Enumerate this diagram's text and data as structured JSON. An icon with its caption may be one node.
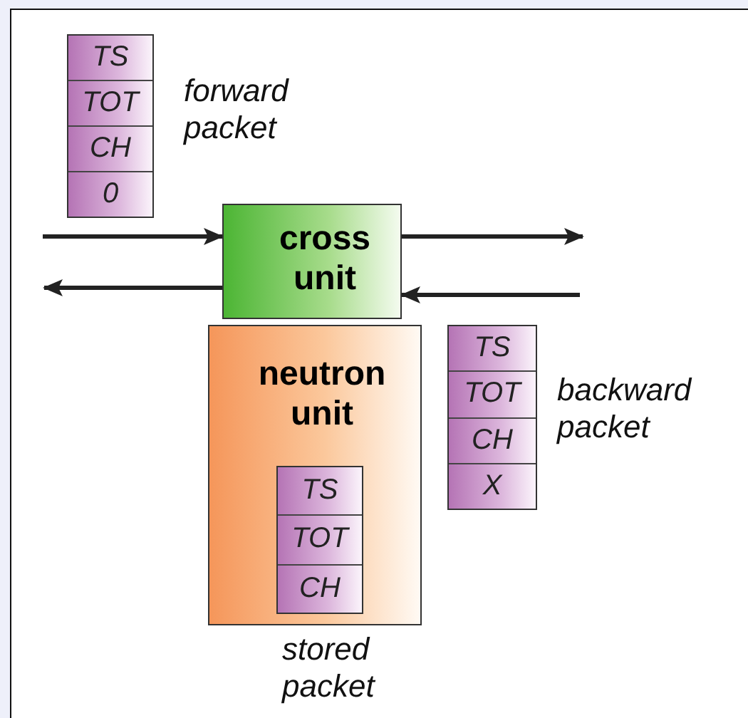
{
  "diagram": {
    "nodes": [
      {
        "text": [
          "TS",
          "TOT",
          "CH",
          "0"
        ],
        "beside": [
          "forward packet"
        ]
      },
      {
        "text": [
          "cross unit"
        ]
      },
      {
        "text": [
          "neutron unit"
        ]
      },
      {
        "text": [
          "TS",
          "TOT",
          "CH"
        ],
        "in": 2,
        "beside": [
          "stored packet"
        ]
      },
      {
        "text": [
          "TS",
          "TOT",
          "CH",
          "X"
        ],
        "beside": [
          "backward packet"
        ]
      }
    ],
    "edges": [
      {
        "from": null,
        "to": 1,
        "arrow": "to"
      },
      {
        "from": 1,
        "to": null,
        "arrow": "to"
      },
      {
        "from": 1,
        "to": null,
        "arrow": "to"
      },
      {
        "from": null,
        "to": 1,
        "arrow": "to"
      }
    ]
  }
}
